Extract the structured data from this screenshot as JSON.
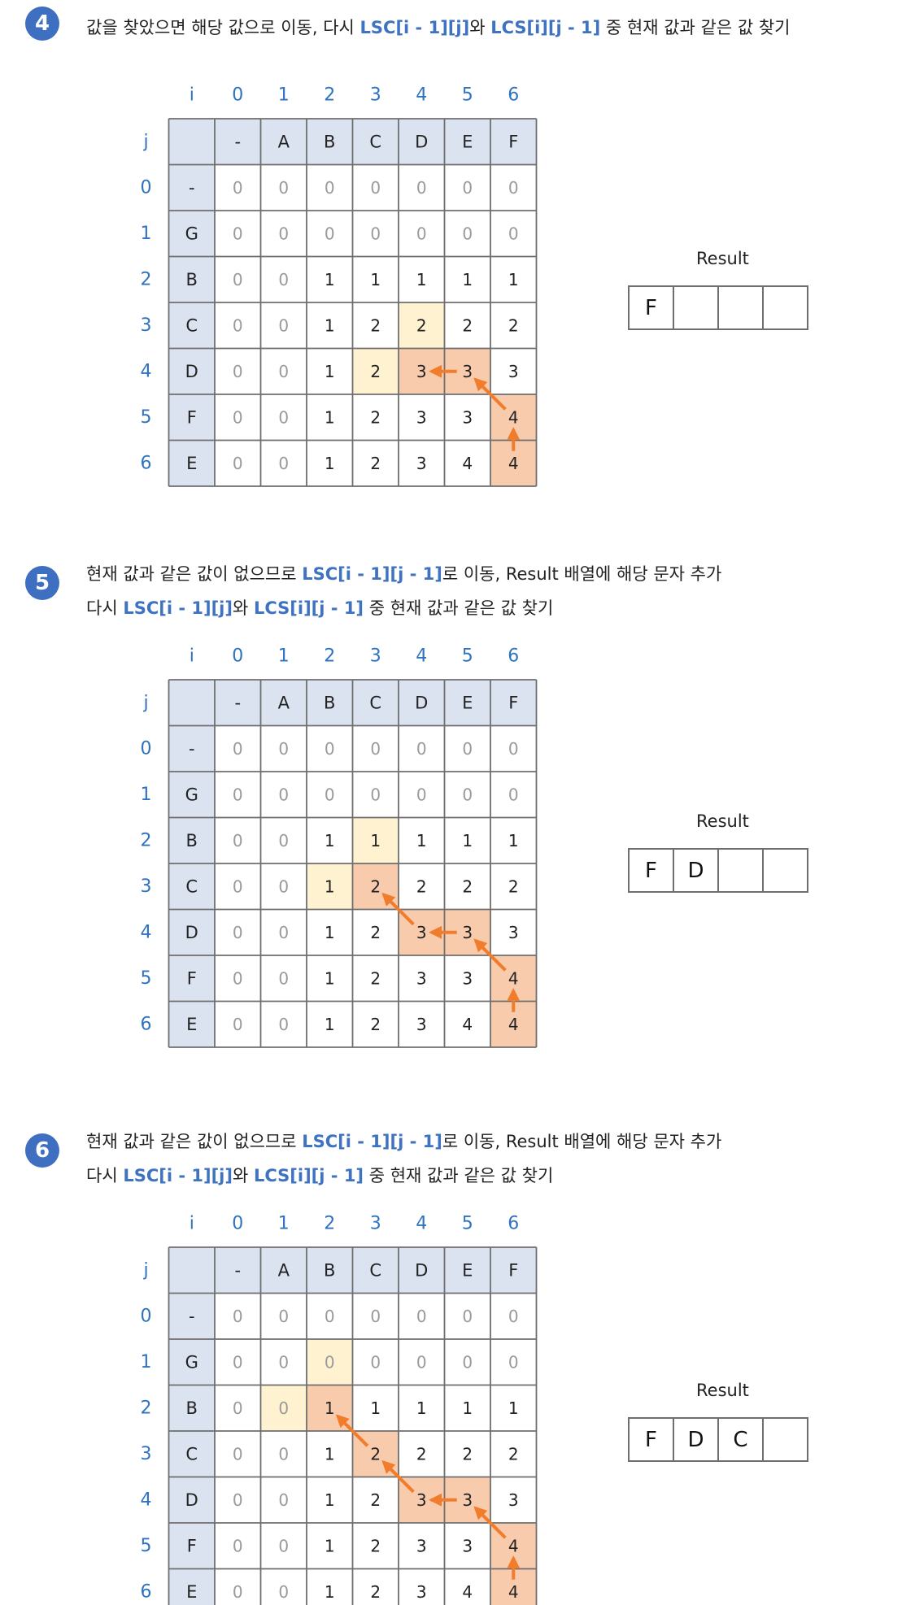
{
  "colors": {
    "badge": "#3f6fc0",
    "axis": "#2f73c0",
    "header_fill": "#dbe3f1",
    "yellow": "#fef2d0",
    "orange": "#f8cbad",
    "arrow": "#f07c2c",
    "grid_line": "#6e6e6e",
    "zero_text": "#9a9a9a"
  },
  "common": {
    "i_label": "i",
    "j_label": "j",
    "col_indices": [
      "0",
      "1",
      "2",
      "3",
      "4",
      "5",
      "6"
    ],
    "row_indices": [
      "0",
      "1",
      "2",
      "3",
      "4",
      "5",
      "6"
    ],
    "top_letters": [
      "-",
      "A",
      "B",
      "C",
      "D",
      "E",
      "F"
    ],
    "left_letters": [
      "-",
      "G",
      "B",
      "C",
      "D",
      "F",
      "E"
    ],
    "values": [
      [
        0,
        0,
        0,
        0,
        0,
        0,
        0
      ],
      [
        0,
        0,
        0,
        0,
        0,
        0,
        0
      ],
      [
        0,
        0,
        1,
        1,
        1,
        1,
        1
      ],
      [
        0,
        0,
        1,
        2,
        2,
        2,
        2
      ],
      [
        0,
        0,
        1,
        2,
        3,
        3,
        3
      ],
      [
        0,
        0,
        1,
        2,
        3,
        3,
        4
      ],
      [
        0,
        0,
        1,
        2,
        3,
        4,
        4
      ]
    ],
    "result_label": "Result"
  },
  "steps": [
    {
      "number": "4",
      "lines": [
        [
          {
            "t": "값을 찾았으면 해당 값으로 이동, 다시 ",
            "hl": false
          },
          {
            "t": "LSC[i - 1][j]",
            "hl": true
          },
          {
            "t": "와 ",
            "hl": false
          },
          {
            "t": "LCS[i][j - 1]",
            "hl": true
          },
          {
            "t": " 중 현재 값과 같은 값 찾기",
            "hl": false
          }
        ]
      ],
      "yellow_cells": [
        [
          3,
          4
        ],
        [
          4,
          3
        ]
      ],
      "orange_cells": [
        [
          4,
          4
        ],
        [
          4,
          5
        ],
        [
          5,
          6
        ],
        [
          6,
          6
        ]
      ],
      "arrows": [
        [
          [
            6,
            6
          ],
          [
            5,
            6
          ]
        ],
        [
          [
            5,
            6
          ],
          [
            4,
            5
          ]
        ],
        [
          [
            4,
            5
          ],
          [
            4,
            4
          ]
        ]
      ],
      "result": [
        "F",
        "",
        "",
        ""
      ]
    },
    {
      "number": "5",
      "lines": [
        [
          {
            "t": "현재 값과 같은 값이 없으므로 ",
            "hl": false
          },
          {
            "t": "LSC[i - 1][j - 1]",
            "hl": true
          },
          {
            "t": "로 이동, Result 배열에 해당 문자 추가",
            "hl": false
          }
        ],
        [
          {
            "t": "다시 ",
            "hl": false
          },
          {
            "t": "LSC[i - 1][j]",
            "hl": true
          },
          {
            "t": "와 ",
            "hl": false
          },
          {
            "t": "LCS[i][j - 1]",
            "hl": true
          },
          {
            "t": " 중 현재 값과 같은 값 찾기",
            "hl": false
          }
        ]
      ],
      "yellow_cells": [
        [
          2,
          3
        ],
        [
          3,
          2
        ]
      ],
      "orange_cells": [
        [
          3,
          3
        ],
        [
          4,
          4
        ],
        [
          4,
          5
        ],
        [
          5,
          6
        ],
        [
          6,
          6
        ]
      ],
      "arrows": [
        [
          [
            6,
            6
          ],
          [
            5,
            6
          ]
        ],
        [
          [
            5,
            6
          ],
          [
            4,
            5
          ]
        ],
        [
          [
            4,
            5
          ],
          [
            4,
            4
          ]
        ],
        [
          [
            4,
            4
          ],
          [
            3,
            3
          ]
        ]
      ],
      "result": [
        "F",
        "D",
        "",
        ""
      ]
    },
    {
      "number": "6",
      "lines": [
        [
          {
            "t": "현재 값과 같은 값이 없으므로 ",
            "hl": false
          },
          {
            "t": "LSC[i - 1][j - 1]",
            "hl": true
          },
          {
            "t": "로 이동, Result 배열에 해당 문자 추가",
            "hl": false
          }
        ],
        [
          {
            "t": "다시 ",
            "hl": false
          },
          {
            "t": "LSC[i - 1][j]",
            "hl": true
          },
          {
            "t": "와 ",
            "hl": false
          },
          {
            "t": "LCS[i][j - 1]",
            "hl": true
          },
          {
            "t": " 중 현재 값과 같은 값 찾기",
            "hl": false
          }
        ]
      ],
      "yellow_cells": [
        [
          1,
          2
        ],
        [
          2,
          1
        ]
      ],
      "orange_cells": [
        [
          2,
          2
        ],
        [
          3,
          3
        ],
        [
          4,
          4
        ],
        [
          4,
          5
        ],
        [
          5,
          6
        ],
        [
          6,
          6
        ]
      ],
      "arrows": [
        [
          [
            6,
            6
          ],
          [
            5,
            6
          ]
        ],
        [
          [
            5,
            6
          ],
          [
            4,
            5
          ]
        ],
        [
          [
            4,
            5
          ],
          [
            4,
            4
          ]
        ],
        [
          [
            4,
            4
          ],
          [
            3,
            3
          ]
        ],
        [
          [
            3,
            3
          ],
          [
            2,
            2
          ]
        ]
      ],
      "result": [
        "F",
        "D",
        "C",
        ""
      ]
    }
  ]
}
